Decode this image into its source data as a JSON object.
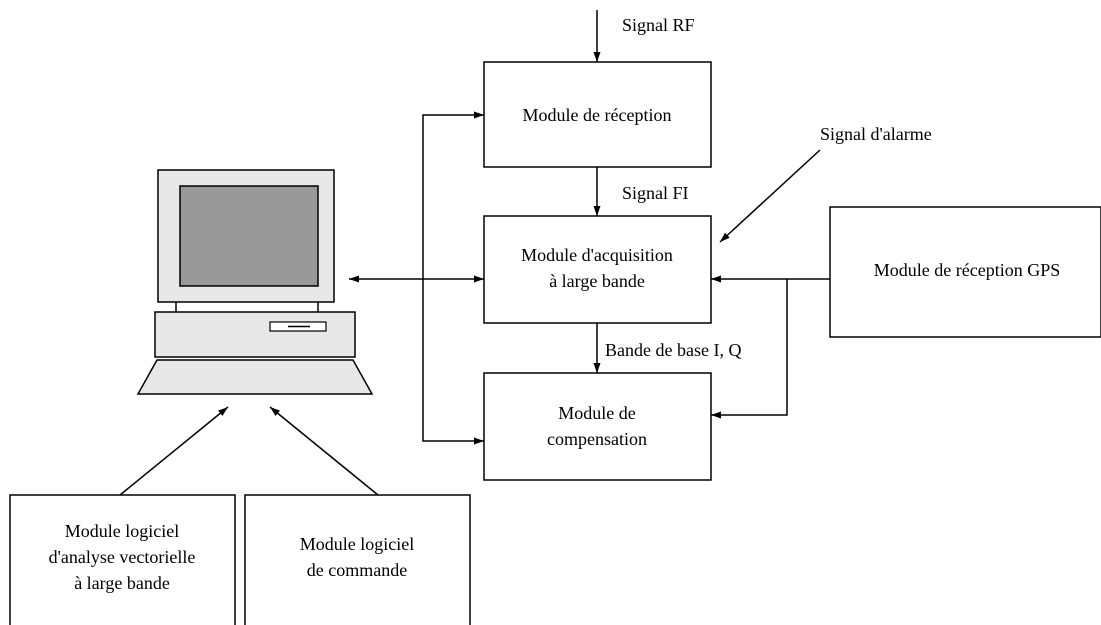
{
  "modules": {
    "reception": "Module de réception",
    "acquisition": [
      "Module d'acquisition",
      "à large bande"
    ],
    "compensation": [
      "Module de",
      "compensation"
    ],
    "gps": "Module de réception GPS",
    "software_analysis": [
      "Module logiciel",
      "d'analyse vectorielle",
      "à large bande"
    ],
    "software_command": [
      "Module logiciel",
      "de commande"
    ]
  },
  "signals": {
    "rf": "Signal RF",
    "fi": "Signal FI",
    "alarm": "Signal d'alarme",
    "baseband": "Bande de base I, Q"
  },
  "colors": {
    "screen": "#999999",
    "computer_body": "#e8e8e8",
    "stroke": "#000000"
  }
}
